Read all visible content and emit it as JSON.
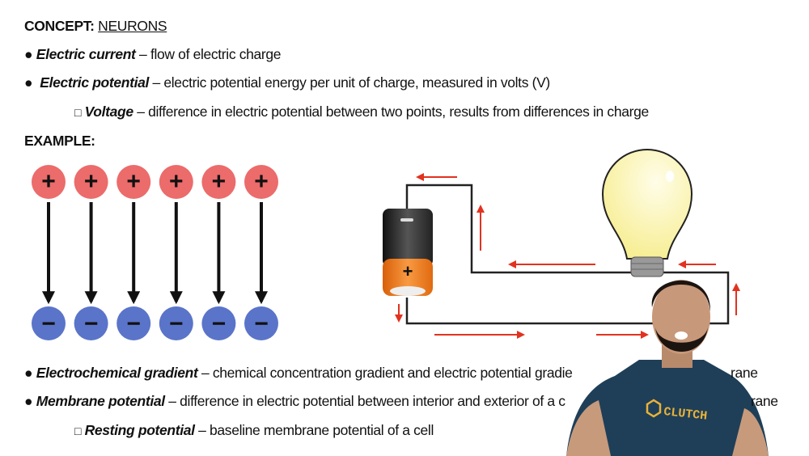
{
  "concept": {
    "label": "CONCEPT:",
    "topic": "NEURONS"
  },
  "bullets": [
    {
      "marker": "●",
      "term": "Electric current",
      "desc": " – flow of electric charge"
    },
    {
      "marker": "●",
      "term": "Electric potential",
      "desc": " – electric potential energy per unit of charge, measured in volts (V)"
    },
    {
      "marker": "□",
      "term": "Voltage",
      "desc": " – difference in electric potential between two points, results from differences in charge"
    }
  ],
  "example_label": "EXAMPLE:",
  "charges": {
    "positive_symbol": "+",
    "negative_symbol": "−",
    "count": 6,
    "positive_color": "#ec6b6b",
    "negative_color": "#5a74c9"
  },
  "battery": {
    "positive_symbol": "+",
    "colors": {
      "top": "#2b2b2b",
      "bottom": "#f07a1a"
    }
  },
  "current_arrow_color": "#e2321f",
  "bulb_color": "#fbf6b0",
  "bottom_bullets": [
    {
      "marker": "●",
      "term": "Electrochemical gradient",
      "desc": " – chemical concentration gradient and electric potential gradie",
      "tail": "rane"
    },
    {
      "marker": "●",
      "term": "Membrane potential",
      "desc": " – difference in electric potential between interior and exterior of a c",
      "tail": "rane"
    },
    {
      "marker": "□",
      "term": "Resting potential",
      "desc": " – baseline membrane potential of a cell"
    }
  ],
  "presenter": {
    "shirt_logo": "CLUTCH",
    "shirt_color": "#1f3f58",
    "logo_color": "#e8b23a"
  }
}
